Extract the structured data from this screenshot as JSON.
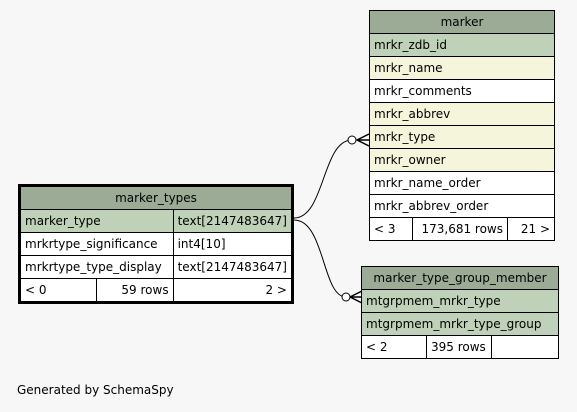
{
  "marker": {
    "title": "marker",
    "columns": [
      "mrkr_zdb_id",
      "mrkr_name",
      "mrkr_comments",
      "mrkr_abbrev",
      "mrkr_type",
      "mrkr_owner",
      "mrkr_name_order",
      "mrkr_abbrev_order"
    ],
    "footer": {
      "children": "< 3",
      "rows": "173,681 rows",
      "parents": "21 >"
    }
  },
  "marker_type_group_member": {
    "title": "marker_type_group_member",
    "columns": [
      "mtgrpmem_mrkr_type",
      "mtgrpmem_mrkr_type_group"
    ],
    "footer": {
      "children": "< 2",
      "rows": "395 rows",
      "parents": ""
    }
  },
  "marker_types": {
    "title": "marker_types",
    "columns": [
      {
        "name": "marker_type",
        "type": "text[2147483647]"
      },
      {
        "name": "mrkrtype_significance",
        "type": "int4[10]"
      },
      {
        "name": "mrkrtype_type_display",
        "type": "text[2147483647]"
      }
    ],
    "footer": {
      "children": "< 0",
      "rows": "59 rows",
      "parents": "2 >"
    }
  },
  "footer_text": "Generated by SchemaSpy",
  "colors": {
    "header": "#9bab96",
    "primary_key": "#bfd1b8",
    "indexed": "#f5f5dc",
    "background": "#f7f7f7"
  }
}
